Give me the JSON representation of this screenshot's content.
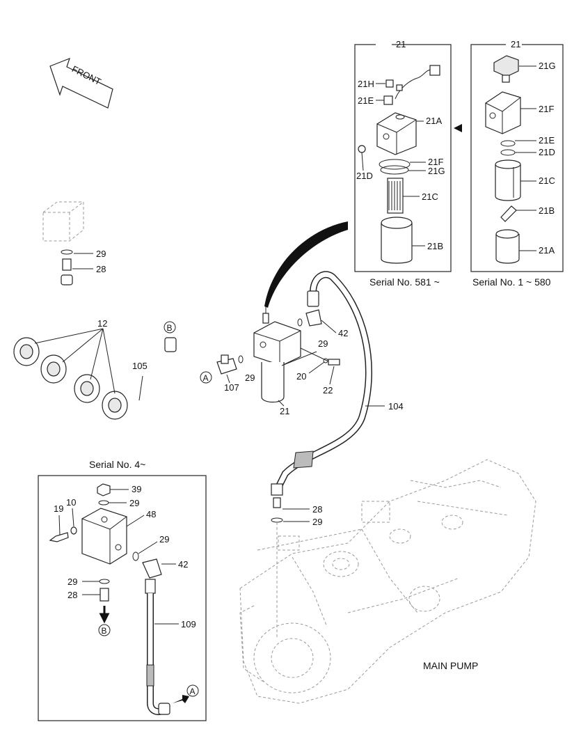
{
  "front_label": "FRONT",
  "circle_a": "A",
  "circle_b": "B",
  "main_pump_label": "MAIN PUMP",
  "serial_581": "Serial No. 581 ~",
  "serial_1_580": "Serial No. 1 ~ 580",
  "serial_4": "Serial No. 4~",
  "labels": {
    "p21": "21",
    "p21A": "21A",
    "p21B": "21B",
    "p21C": "21C",
    "p21D": "21D",
    "p21E": "21E",
    "p21F": "21F",
    "p21G": "21G",
    "p21H": "21H",
    "p10": "10",
    "p12": "12",
    "p19": "19",
    "p20": "20",
    "p22": "22",
    "p28": "28",
    "p29": "29",
    "p39": "39",
    "p42": "42",
    "p48": "48",
    "p104": "104",
    "p105": "105",
    "p107": "107",
    "p109": "109"
  }
}
